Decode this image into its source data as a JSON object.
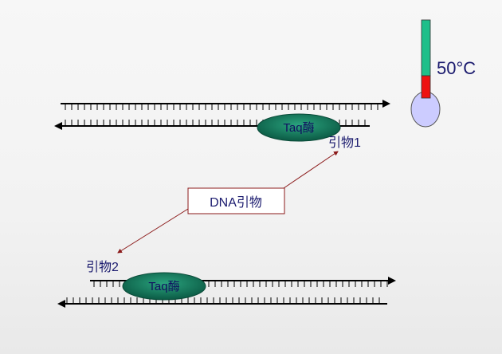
{
  "thermometer": {
    "temperature_label": "50°C"
  },
  "enzyme_top": {
    "label": "Taq酶"
  },
  "enzyme_bottom": {
    "label": "Taq酶"
  },
  "primer1": {
    "label": "引物1"
  },
  "primer2": {
    "label": "引物2"
  },
  "callout": {
    "label": "DNA引物"
  },
  "colors": {
    "strand": "#000000",
    "enzyme_fill": "#0e6b52",
    "enzyme_edge": "#0a4a38",
    "thermo_green": "#1fbf8a",
    "thermo_red": "#ee1111",
    "thermo_bulb": "#ccccff",
    "arrow_line": "#8b1a1a",
    "callout_border": "#8b1a1a"
  }
}
